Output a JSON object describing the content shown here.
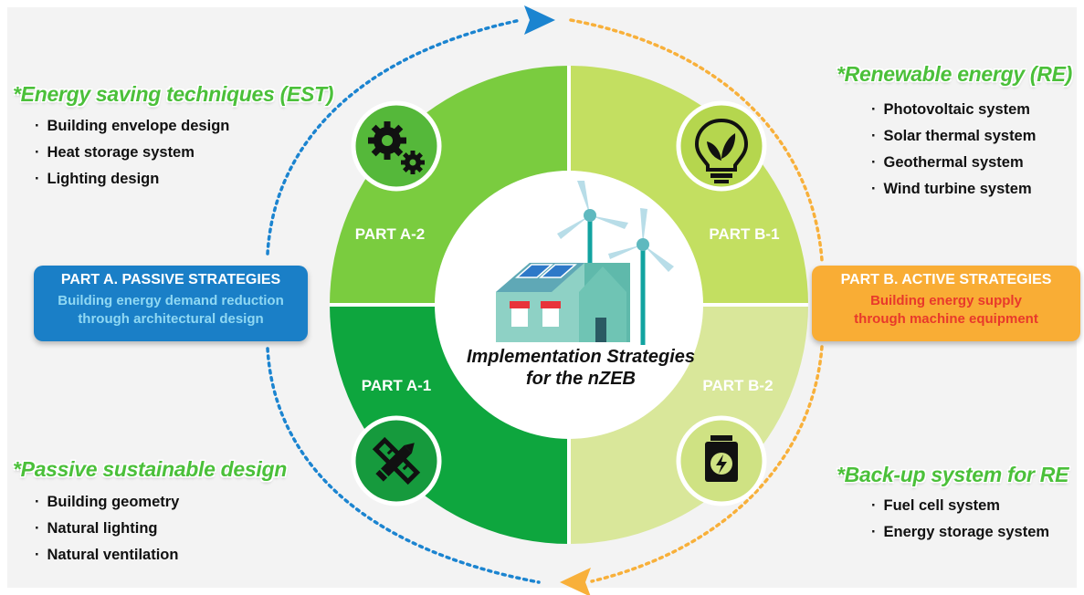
{
  "center": {
    "line1": "Implementation Strategies",
    "line2": "for the nZEB"
  },
  "parts": {
    "a2": "PART A-2",
    "a1": "PART A-1",
    "b1": "PART B-1",
    "b2": "PART B-2"
  },
  "strategies": {
    "passive": {
      "title": "PART A. PASSIVE STRATEGIES",
      "line1": "Building energy demand reduction",
      "line2": "through architectural design"
    },
    "active": {
      "title": "PART B. ACTIVE STRATEGIES",
      "line1": "Building energy supply",
      "line2": "through machine equipment"
    }
  },
  "categories": {
    "est": {
      "title": "*Energy saving techniques (EST)",
      "items": [
        "Building envelope design",
        "Heat storage system",
        "Lighting design"
      ]
    },
    "psd": {
      "title": "*Passive sustainable design",
      "items": [
        "Building geometry",
        "Natural lighting",
        "Natural ventilation"
      ]
    },
    "re": {
      "title": "*Renewable energy (RE)",
      "items": [
        "Photovoltaic system",
        "Solar thermal system",
        "Geothermal system",
        "Wind turbine system"
      ]
    },
    "backup": {
      "title": "*Back-up system for RE",
      "items": [
        "Fuel cell system",
        "Energy storage system"
      ]
    }
  },
  "colors": {
    "a2": "#7acc3f",
    "a1": "#0ea63e",
    "b1": "#c3df61",
    "b2": "#d9e79a",
    "icon_bg_a2": "#55b83a",
    "icon_bg_a1": "#169a3d",
    "icon_bg_b1": "#b5d64e",
    "icon_bg_b2": "#cfe283",
    "arrow_blue": "#1b84d0",
    "arrow_orange": "#f8b03a",
    "category_green": "#4bc03a",
    "passive_box": "#1a7fc7",
    "active_box": "#f9ad35"
  },
  "icons": {
    "a2": "gears-icon",
    "a1": "ruler-pencil-icon",
    "b1": "light-bulb-leaf-icon",
    "b2": "battery-icon",
    "center": "house-wind-turbine-icon"
  }
}
